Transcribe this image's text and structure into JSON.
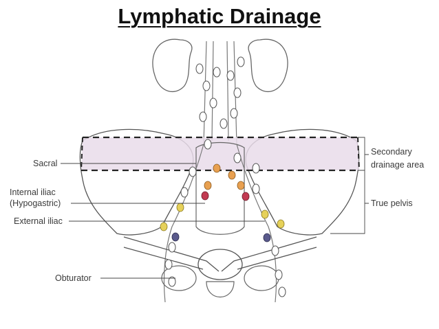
{
  "title": "Lymphatic Drainage",
  "labels": {
    "sacral": "Sacral",
    "internal_iliac_1": "Internal iliac",
    "internal_iliac_2": "(Hypogastric)",
    "external_iliac": "External iliac",
    "obturator": "Obturator",
    "secondary_1": "Secondary",
    "secondary_2": "drainage area",
    "true_pelvis": "True pelvis"
  },
  "colors": {
    "outline": "#555555",
    "shaded_area": "#e9dcea",
    "node_orange": "#e8a050",
    "node_red": "#c23a52",
    "node_yellow": "#e6d15a",
    "node_blue": "#5a5a8c"
  }
}
